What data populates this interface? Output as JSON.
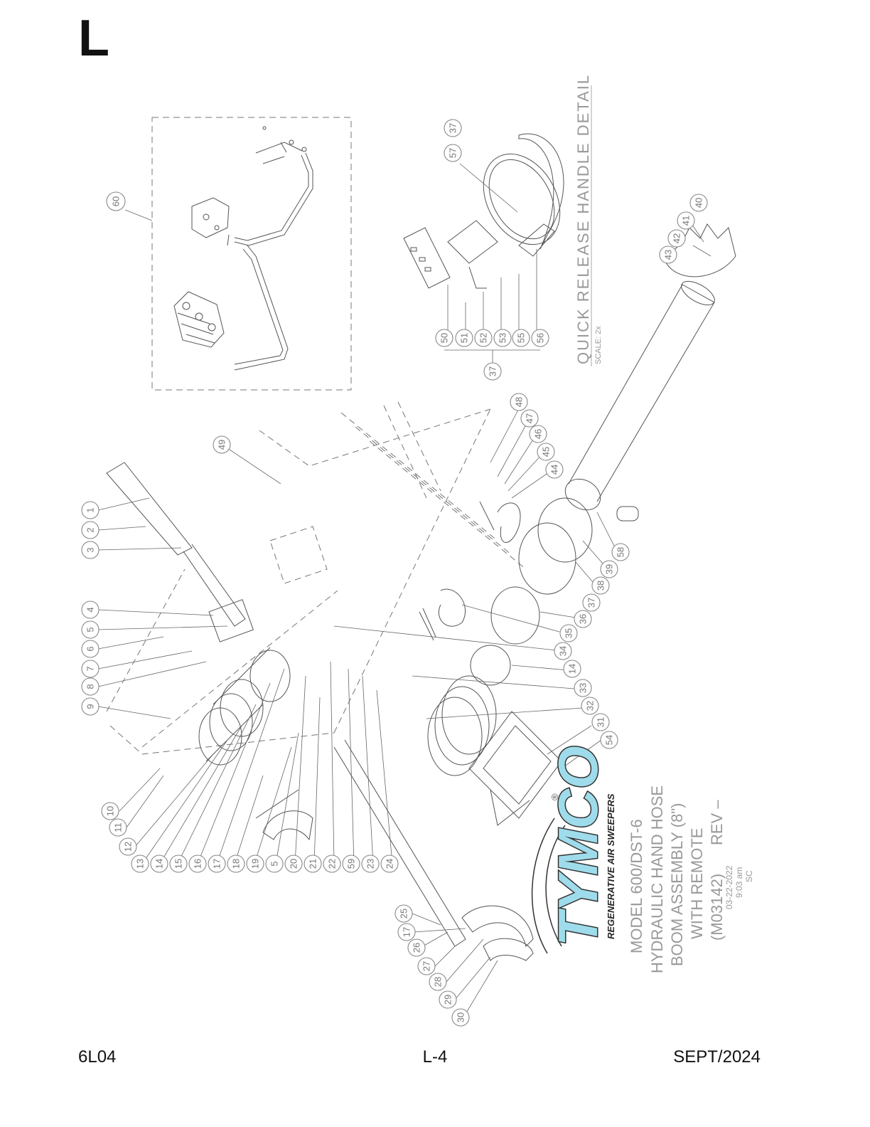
{
  "page": {
    "section_letter": "L",
    "footer_left": "6L04",
    "footer_center": "L-4",
    "footer_right": "SEPT/2024"
  },
  "detail": {
    "title": "QUICK RELEASE HANDLE DETAIL",
    "scale": "SCALE: 2x"
  },
  "logo": {
    "brand": "TYMCO",
    "registered": "®",
    "tagline": "REGENERATIVE AIR SWEEPERS"
  },
  "title_block": {
    "line1": "MODEL 600/DST-6",
    "line2": "HYDRAULIC HAND HOSE",
    "line3": "BOOM ASSEMBLY (8\")",
    "line4": "WITH REMOTE",
    "line5": "(M03142)",
    "rev": "REV –",
    "stamp_date": "03-22-2022",
    "stamp_time": "9:03 am",
    "stamp_initials": "SC"
  },
  "callouts": {
    "c1": "1",
    "c2": "2",
    "c3": "3",
    "c4": "4",
    "c5": "5",
    "c6": "6",
    "c7": "7",
    "c8": "8",
    "c9": "9",
    "c10": "10",
    "c11": "11",
    "c12": "12",
    "c13": "13",
    "c14": "14",
    "c15": "15",
    "c16": "16",
    "c17": "17",
    "c18": "18",
    "c19": "19",
    "c5b": "5",
    "c20": "20",
    "c21": "21",
    "c22": "22",
    "c59": "59",
    "c23": "23",
    "c24": "24",
    "c25": "25",
    "c17b": "17",
    "c26": "26",
    "c27": "27",
    "c28": "28",
    "c29": "29",
    "c30": "30",
    "c31": "31",
    "c32": "32",
    "c33": "33",
    "c14b": "14",
    "c34": "34",
    "c35": "35",
    "c36": "36",
    "c37": "37",
    "c38": "38",
    "c39": "39",
    "c58": "58",
    "c54": "54",
    "c44": "44",
    "c45": "45",
    "c46": "46",
    "c47": "47",
    "c48": "48",
    "c49": "49",
    "c60": "60",
    "c50": "50",
    "c51": "51",
    "c52": "52",
    "c53": "53",
    "c55": "55",
    "c56": "56",
    "c37b": "37",
    "c57": "57",
    "c37c": "37",
    "c40": "40",
    "c41": "41",
    "c42": "42",
    "c43": "43"
  },
  "colors": {
    "logo_fill": "#9fdceb",
    "logo_shadow": "#333333",
    "rev": "#b8e6f0",
    "stamp": "#b8e6f0"
  }
}
